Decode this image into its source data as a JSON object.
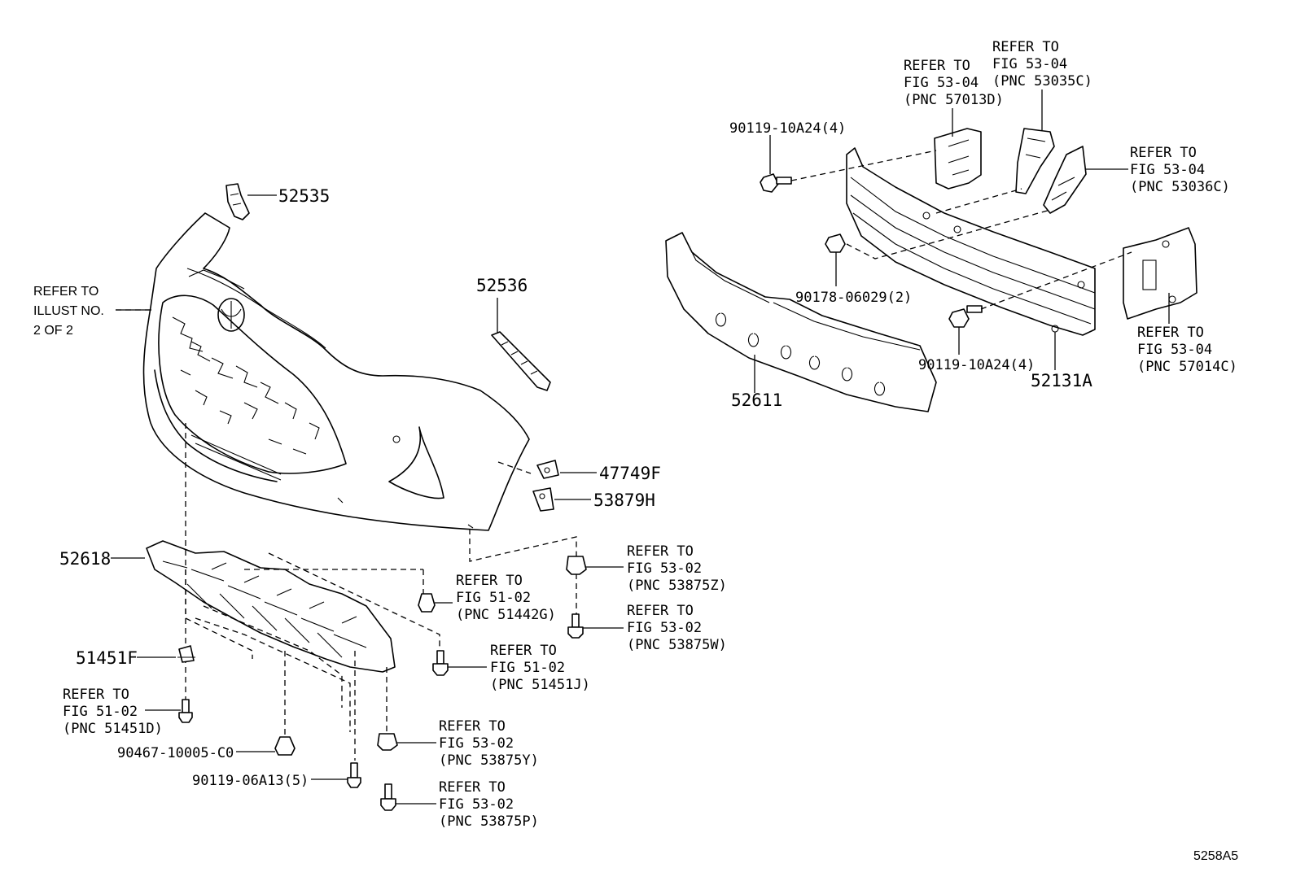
{
  "diagram_code": "5258A5",
  "labels": {
    "p52535": "52535",
    "p52536": "52536",
    "refer_illust": [
      "REFER TO",
      "ILLUST NO.",
      "2 OF 2"
    ],
    "p47749F": "47749F",
    "p53879H": "53879H",
    "p52618": "52618",
    "p51451F": "51451F",
    "ref_51451D": [
      "REFER TO",
      "FIG 51-02",
      "(PNC 51451D)"
    ],
    "p90467": "90467-10005-C0",
    "p90119_06A13": "90119-06A13(5)",
    "ref_53875Y": [
      "REFER TO",
      "FIG 53-02",
      "(PNC 53875Y)"
    ],
    "ref_53875P": [
      "REFER TO",
      "FIG 53-02",
      "(PNC 53875P)"
    ],
    "ref_51451J": [
      "REFER TO",
      "FIG 51-02",
      "(PNC 51451J)"
    ],
    "ref_51442G": [
      "REFER TO",
      "FIG 51-02",
      "(PNC 51442G)"
    ],
    "ref_53875Z": [
      "REFER TO",
      "FIG 53-02",
      "(PNC 53875Z)"
    ],
    "ref_53875W": [
      "REFER TO",
      "FIG 53-02",
      "(PNC 53875W)"
    ],
    "p90119_10A24_top": "90119-10A24(4)",
    "ref_57013D": [
      "REFER TO",
      "FIG 53-04",
      "(PNC 57013D)"
    ],
    "ref_53035C": [
      "REFER TO",
      "FIG 53-04",
      "(PNC 53035C)"
    ],
    "ref_53036C": [
      "REFER TO",
      "FIG 53-04",
      "(PNC 53036C)"
    ],
    "p90178": "90178-06029(2)",
    "p90119_10A24_bottom": "90119-10A24(4)",
    "p52131A": "52131A",
    "p52611": "52611",
    "ref_57014C": [
      "REFER TO",
      "FIG 53-04",
      "(PNC 57014C)"
    ]
  }
}
